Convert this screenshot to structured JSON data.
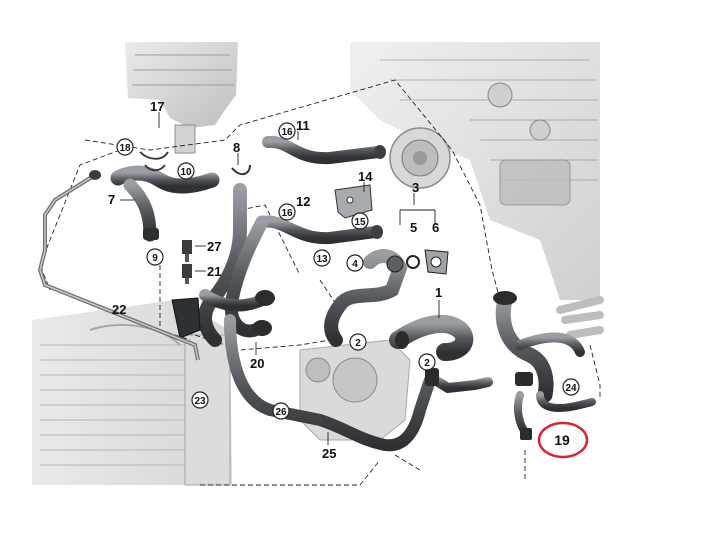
{
  "diagram": {
    "part_labels": [
      "17",
      "11",
      "8",
      "14",
      "3",
      "12",
      "5",
      "6",
      "7",
      "27",
      "21",
      "22",
      "1",
      "20",
      "25",
      "19"
    ],
    "circled_labels": [
      "18",
      "10",
      "16",
      "16",
      "15",
      "9",
      "13",
      "4",
      "2",
      "2",
      "23",
      "26",
      "24"
    ],
    "highlighted_label": "19",
    "colors": {
      "highlight_ring": "#d9232d",
      "hose_dark": "#3a3d40",
      "hose_mid": "#6b6e72",
      "engine_gray": "#c9c9c9",
      "background": "#ffffff"
    }
  }
}
